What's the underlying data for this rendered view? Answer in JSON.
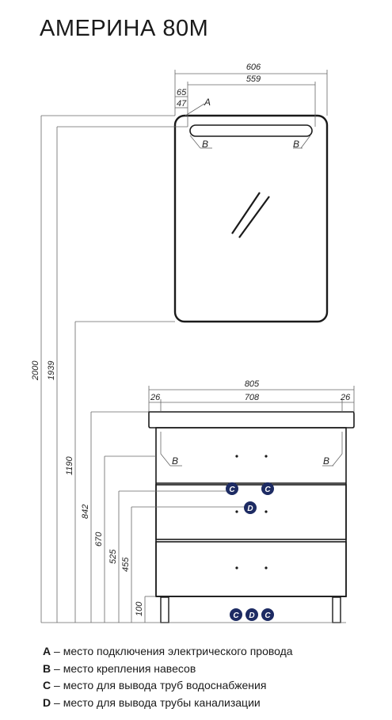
{
  "title": "АМЕРИНА 80М",
  "mirror": {
    "width_total": "606",
    "width_inner": "559",
    "offset_65": "65",
    "offset_47": "47",
    "label_a": "A",
    "label_b_left": "B",
    "label_b_right": "B"
  },
  "cabinet": {
    "width_total": "805",
    "width_inner": "708",
    "offset_left": "26",
    "offset_right": "26",
    "label_b_left": "B",
    "label_b_right": "B"
  },
  "heights": [
    "2000",
    "1939",
    "1190",
    "842",
    "670",
    "525",
    "455",
    "100"
  ],
  "markers": {
    "c_left": "C",
    "c_right": "C",
    "d_mid": "D",
    "bottom_c1": "C",
    "bottom_d": "D",
    "bottom_c2": "C"
  },
  "legend": [
    {
      "letter": "A",
      "text": " – место подключения электрического провода"
    },
    {
      "letter": "B",
      "text": " – место крепления навесов"
    },
    {
      "letter": "C",
      "text": " – место для вывода труб водоснабжения"
    },
    {
      "letter": "D",
      "text": " – место для вывода трубы канализации"
    }
  ],
  "colors": {
    "marker_fill": "#1d2b63",
    "line": "#1a1a1a"
  }
}
